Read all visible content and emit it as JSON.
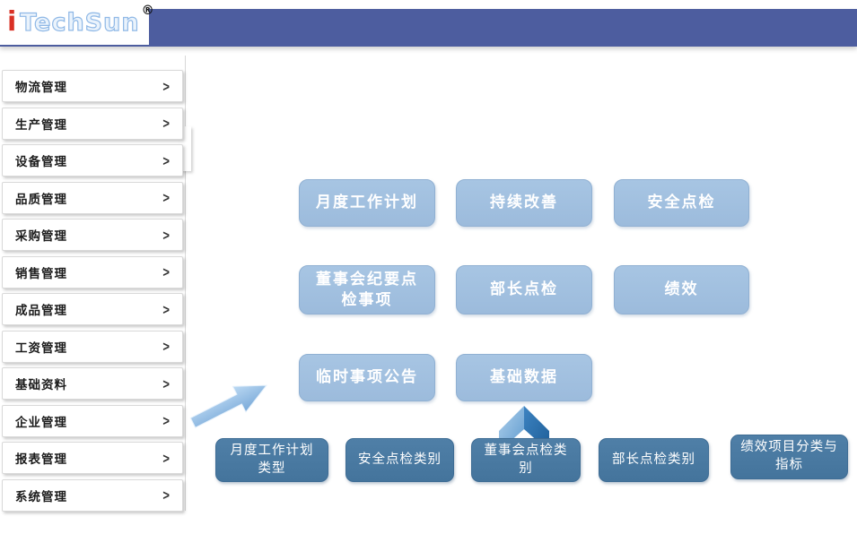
{
  "header": {
    "logo_i": "i",
    "logo_text": "TechSun",
    "logo_mark": "®"
  },
  "sidebar": {
    "chevron": ">",
    "items": [
      {
        "label": "物流管理"
      },
      {
        "label": "生产管理"
      },
      {
        "label": "设备管理"
      },
      {
        "label": "品质管理"
      },
      {
        "label": "采购管理"
      },
      {
        "label": "销售管理"
      },
      {
        "label": "成品管理"
      },
      {
        "label": "工资管理"
      },
      {
        "label": "基础资料"
      },
      {
        "label": "企业管理"
      },
      {
        "label": "报表管理"
      },
      {
        "label": "系统管理"
      }
    ]
  },
  "main": {
    "light_buttons": [
      {
        "label": "月度工作计划"
      },
      {
        "label": "持续改善"
      },
      {
        "label": "安全点检"
      },
      {
        "label": "董事会纪要点检事项"
      },
      {
        "label": "部长点检"
      },
      {
        "label": "绩效"
      },
      {
        "label": "临时事项公告"
      },
      {
        "label": "基础数据"
      }
    ],
    "dark_buttons": [
      {
        "label": "月度工作计划类型"
      },
      {
        "label": "安全点检类别"
      },
      {
        "label": "董事会点检类别"
      },
      {
        "label": "部长点检类别"
      },
      {
        "label": "绩效项目分类与指标"
      }
    ],
    "icons": [
      {
        "name": "diagonal-arrow-icon"
      },
      {
        "name": "up-chevron-arrow-icon"
      }
    ]
  },
  "colors": {
    "header_bar": "#4D5D9F",
    "light_button": "#9FBEDE",
    "dark_button": "#4879A1",
    "arrow_light": "#8FBCE8",
    "logo_red": "#D93025",
    "logo_blue": "#A9CBEC"
  }
}
